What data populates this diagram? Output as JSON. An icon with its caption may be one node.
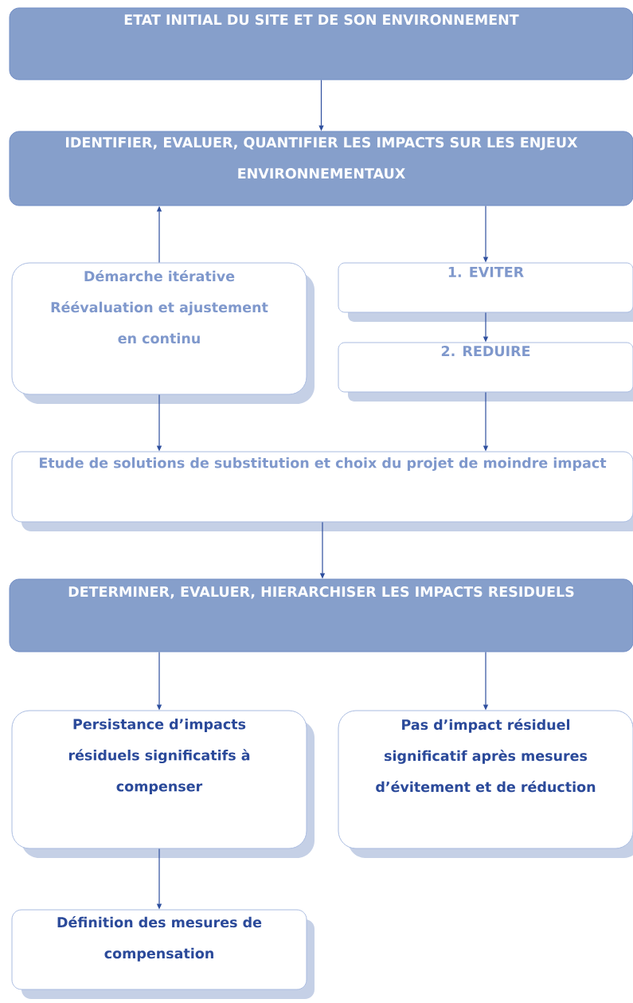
{
  "diagram": {
    "nodes": [
      {
        "text": [
          "ETAT INITIAL DU SITE ET DE SON ENVIRONNEMENT"
        ]
      },
      {
        "text": [
          "IDENTIFIER, EVALUER, QUANTIFIER LES IMPACTS SUR LES ENJEUX ENVIRONNEMENTAUX"
        ]
      },
      {
        "text": [
          "Démarche itérative",
          "Réévaluation et ajustement en continu"
        ]
      },
      {
        "text": [
          "1. EVITER"
        ]
      },
      {
        "text": [
          "2. REDUIRE"
        ]
      },
      {
        "text": [
          "Etude de solutions de substitution et choix du projet de moindre impact"
        ]
      },
      {
        "text": [
          "DETERMINER, EVALUER, HIERARCHISER LES IMPACTS RESIDUELS"
        ]
      },
      {
        "text": [
          "Persistance d’impacts résiduels significatifs à compenser"
        ]
      },
      {
        "text": [
          "Pas d’impact résiduel significatif après mesures d’évitement et de réduction"
        ]
      },
      {
        "text": [
          "Définition des mesures de compensation"
        ]
      }
    ],
    "edges": [
      {
        "from": 0,
        "to": 1,
        "arrow": "to"
      },
      {
        "from": 2,
        "to": 1,
        "arrow": "to"
      },
      {
        "from": 1,
        "to": 3,
        "arrow": "to"
      },
      {
        "from": 3,
        "to": 4,
        "arrow": "to"
      },
      {
        "from": 2,
        "to": 5,
        "arrow": "to"
      },
      {
        "from": 4,
        "to": 5,
        "arrow": "to"
      },
      {
        "from": 5,
        "to": 6,
        "arrow": "to"
      },
      {
        "from": 6,
        "to": 7,
        "arrow": "to"
      },
      {
        "from": 6,
        "to": 8,
        "arrow": "to"
      },
      {
        "from": 7,
        "to": 9,
        "arrow": "to"
      }
    ]
  }
}
